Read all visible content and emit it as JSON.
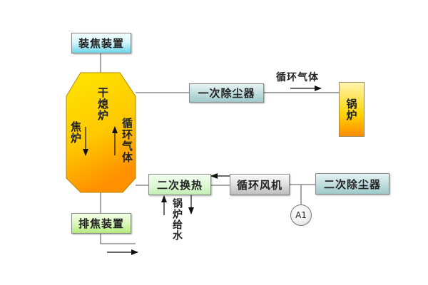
{
  "title": "干熄焦工艺流程图",
  "nodes": {
    "coke_loading": "装焦装置",
    "coke_discharge": "排焦装置",
    "primary_dust": "一次除尘器",
    "secondary_heat": "二次换热",
    "circ_fan": "循环风机",
    "secondary_dust": "二次除尘器",
    "boiler": "锅炉",
    "furnace_name": "干熄炉",
    "coke_label": "焦炉",
    "circ_gas_in_furnace": "循环气体",
    "instrument": "A1"
  },
  "labels": {
    "circ_gas_flow": "循环气体",
    "boiler_feedwater": "锅炉给水"
  },
  "colors": {
    "furnace_top": "#ffe600",
    "furnace_bottom": "#ff9900",
    "line": "#777777"
  }
}
